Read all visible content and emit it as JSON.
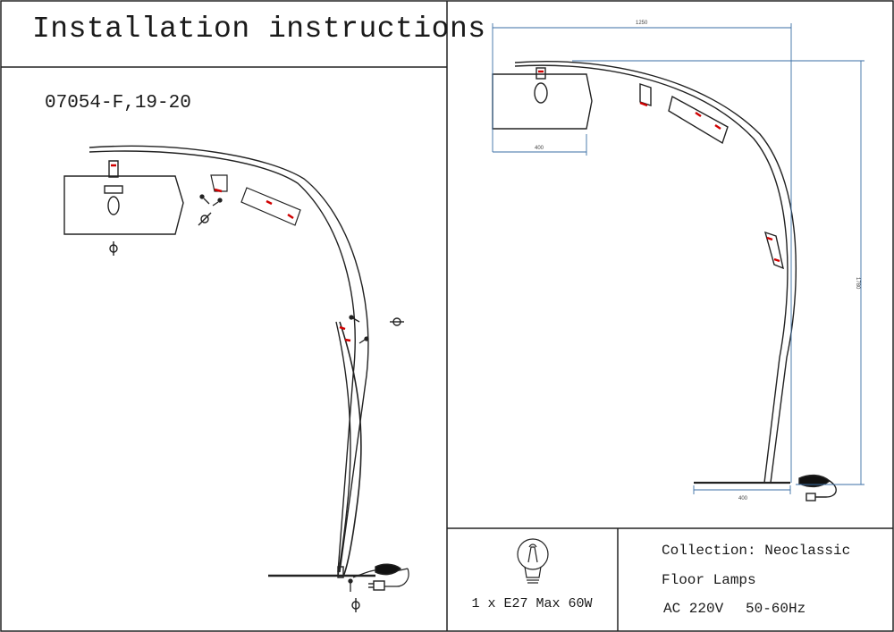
{
  "header": {
    "title": "Installation instructions"
  },
  "model": {
    "code": "07054-F,19-20"
  },
  "drawing": {
    "dimensions": {
      "width": "1250",
      "height": "1780",
      "shade_width": "400",
      "base_width": "400"
    },
    "accent_color": "#d00000",
    "dimension_color": "#3a6ea5"
  },
  "footer": {
    "bulb": "1 x E27 Max 60W",
    "collection": "Collection: Neoclassic",
    "category": "Floor Lamps",
    "voltage": "AC 220V",
    "frequency": "50-60Hz"
  }
}
